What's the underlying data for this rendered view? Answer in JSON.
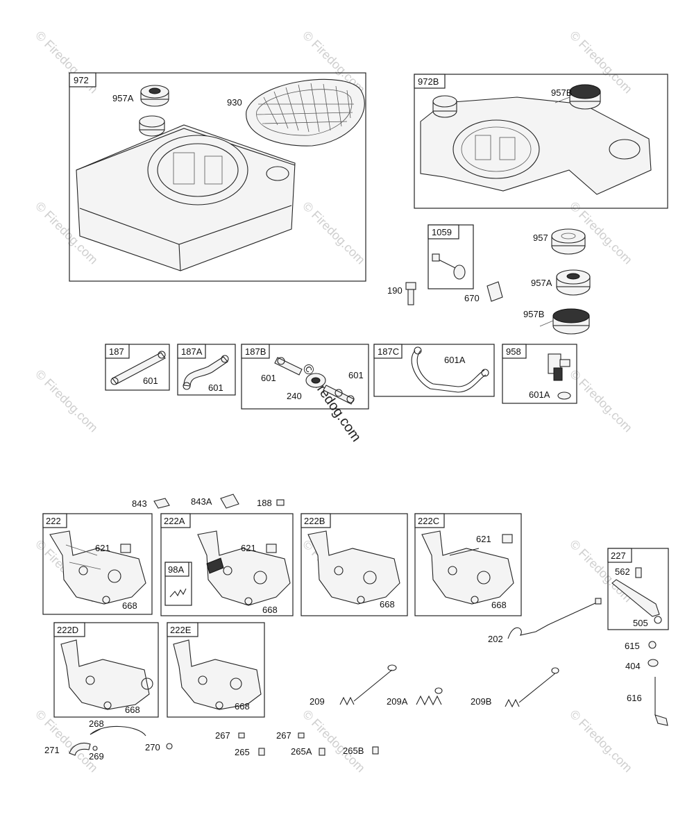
{
  "watermark": "© Firedog.com",
  "boxes": {
    "b972": "972",
    "b972B": "972B",
    "b1059": "1059",
    "b187": "187",
    "b187A": "187A",
    "b187B": "187B",
    "b187C": "187C",
    "b958": "958",
    "b222": "222",
    "b222A": "222A",
    "b98A": "98A",
    "b222B": "222B",
    "b222C": "222C",
    "b222D": "222D",
    "b222E": "222E",
    "b227": "227"
  },
  "callouts": {
    "c957A_1": "957A",
    "c930": "930",
    "c957B_1": "957B",
    "c957": "957",
    "c957A_2": "957A",
    "c957B_2": "957B",
    "c190": "190",
    "c670": "670",
    "c601_187": "601",
    "c601_187A": "601",
    "c601_187B_a": "601",
    "c601_187B_b": "601",
    "c240": "240",
    "c601A_187C": "601A",
    "c601A_958": "601A",
    "c843": "843",
    "c843A": "843A",
    "c188": "188",
    "c621_222": "621",
    "c668_222": "668",
    "c621_222A": "621",
    "c668_222A": "668",
    "c668_222B": "668",
    "c621_222C": "621",
    "c668_222C": "668",
    "c668_222D": "668",
    "c668_222E": "668",
    "c562": "562",
    "c505": "505",
    "c202": "202",
    "c615": "615",
    "c404": "404",
    "c616": "616",
    "c209": "209",
    "c209A": "209A",
    "c209B": "209B",
    "c268": "268",
    "c271": "271",
    "c269": "269",
    "c270": "270",
    "c267_a": "267",
    "c267_b": "267",
    "c265": "265",
    "c265A": "265A",
    "c265B": "265B"
  }
}
